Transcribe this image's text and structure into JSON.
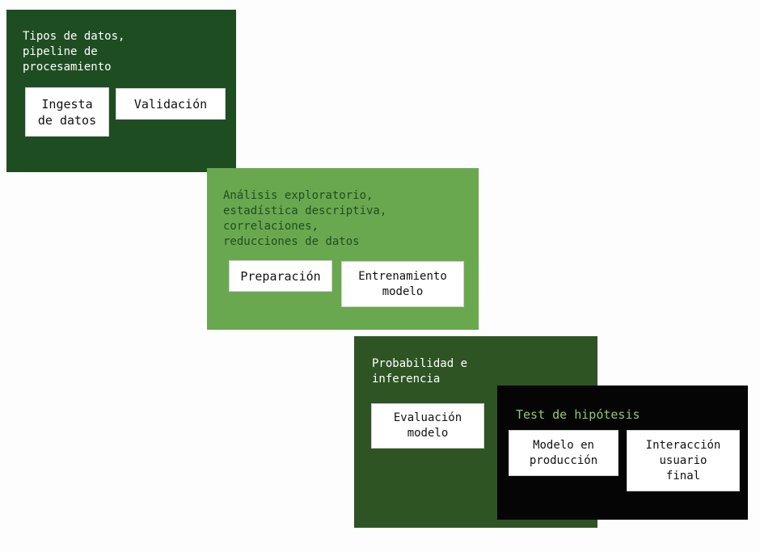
{
  "colors": {
    "panel1_bg": "#1f4d22",
    "panel2_bg": "#6aa84f",
    "panel3_bg": "#2e5424",
    "panel4_bg": "#050505",
    "panel2_text": "#1f4d22",
    "panel4_text": "#8fc96b"
  },
  "panel1": {
    "title": "Tipos de datos,\npipeline de\nprocesamiento",
    "box1": "Ingesta\nde datos",
    "box2": "Validación"
  },
  "panel2": {
    "title": "Análisis exploratorio,\nestadística descriptiva,\ncorrelaciones,\nreducciones de datos",
    "box1": "Preparación",
    "box2": "Entrenamiento\nmodelo"
  },
  "panel3": {
    "title": "Probabilidad e\ninferencia",
    "box1": "Evaluación\nmodelo"
  },
  "panel4": {
    "title": "Test de hipótesis",
    "box1": "Modelo en\nproducción",
    "box2": "Interacción\nusuario\nfinal"
  }
}
